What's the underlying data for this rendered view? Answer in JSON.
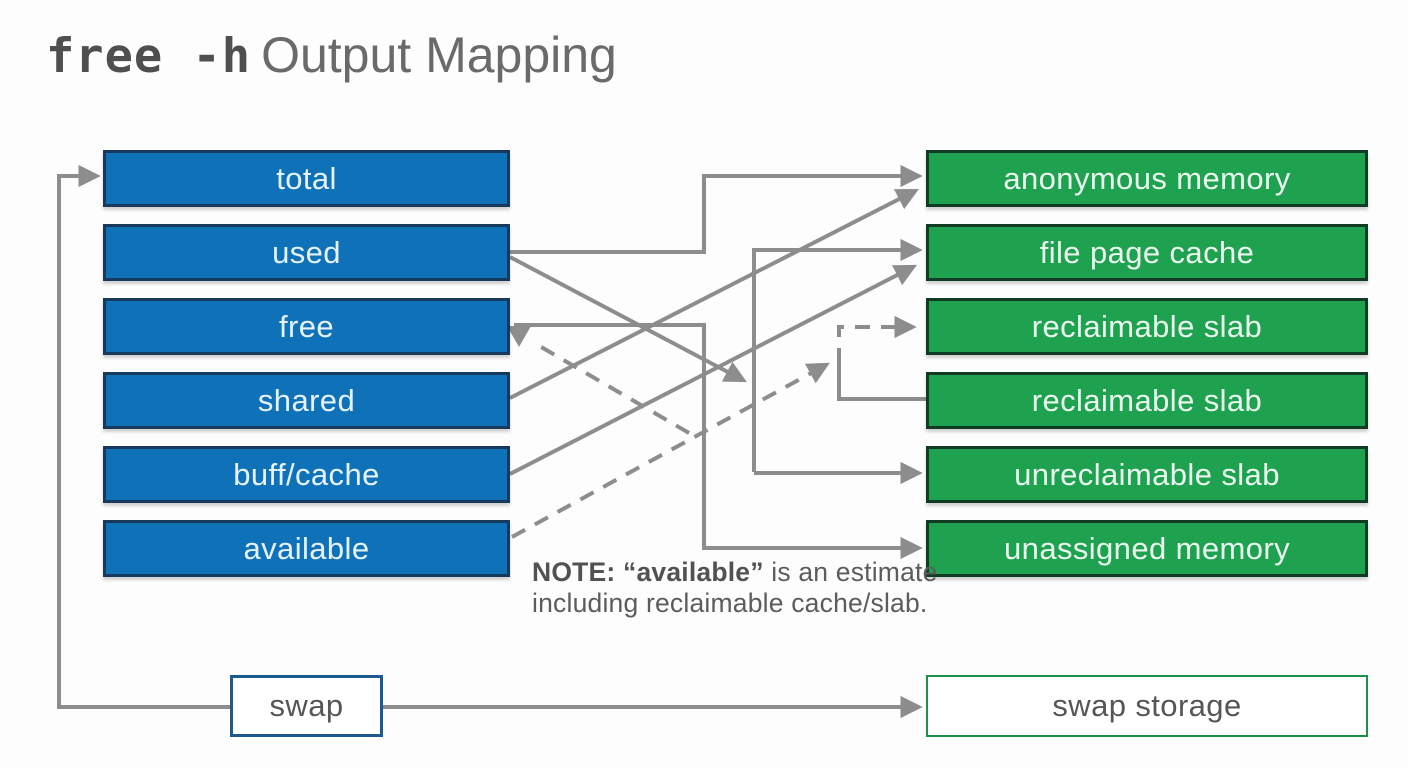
{
  "title": {
    "command": "free -h",
    "rest": "Output Mapping"
  },
  "left_column": {
    "items": [
      {
        "label": "total"
      },
      {
        "label": "used"
      },
      {
        "label": "free"
      },
      {
        "label": "shared"
      },
      {
        "label": "buff/cache"
      },
      {
        "label": "available"
      }
    ]
  },
  "right_column": {
    "items": [
      {
        "label": "anonymous memory"
      },
      {
        "label": "file page cache"
      },
      {
        "label": "reclaimable slab"
      },
      {
        "label": "reclaimable slab"
      },
      {
        "label": "unreclaimable slab"
      },
      {
        "label": "unassigned memory"
      }
    ]
  },
  "swap_row": {
    "swap_label": "swap",
    "swap_storage_label": "swap storage"
  },
  "note": {
    "line1_bold": "NOTE: “available”",
    "line1_rest": " is an estimate",
    "line2": "including reclaimable cache/slab."
  },
  "edges": [
    {
      "from": "swap row",
      "to": "total",
      "style": "solid"
    },
    {
      "from": "used",
      "to": "anonymous memory",
      "style": "solid"
    },
    {
      "from": "used",
      "to": "file page cache",
      "style": "solid"
    },
    {
      "from": "used",
      "to": "unreclaimable slab",
      "style": "solid"
    },
    {
      "from": "shared",
      "to": "anonymous memory",
      "style": "solid"
    },
    {
      "from": "buff/cache",
      "to": "file page cache",
      "style": "solid"
    },
    {
      "from": "free",
      "to": "unassigned memory",
      "style": "solid",
      "bidirectional": true
    },
    {
      "from": "available",
      "to": "free",
      "style": "dashed"
    },
    {
      "from": "available",
      "to": "reclaimable slab (row 3)",
      "style": "dashed"
    },
    {
      "from": "available",
      "to": "reclaimable slab (row 4)",
      "style": "solid"
    },
    {
      "from": "swap",
      "to": "swap storage",
      "style": "solid"
    }
  ],
  "colors": {
    "blue_fill": "#0f72b9",
    "blue_border": "#16395c",
    "green_fill": "#1ea24f",
    "green_border": "#113c23",
    "swap_border_blue": "#1d5a8f",
    "swap_border_green": "#1f8f4c",
    "arrow_gray": "#8d8d8d",
    "title_gray": "#6a6a6a",
    "note_gray": "#5c5c5c"
  }
}
